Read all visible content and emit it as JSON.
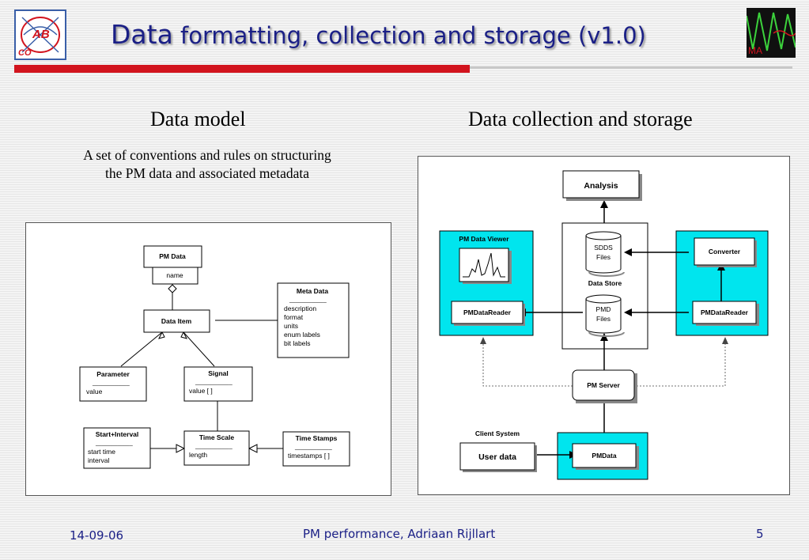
{
  "header": {
    "title_word": "Data",
    "title_rest": " formatting, collection and storage (v1.0)",
    "logo_left_text_top": "AB",
    "logo_left_text_bottom": "CO",
    "logo_right_text": "MA"
  },
  "colors": {
    "title": "#1a1f86",
    "accent_red": "#d2141e",
    "cyan": "#00e5ee",
    "green_wave": "#3cd23c"
  },
  "left": {
    "heading": "Data model",
    "description_line1": "A set of conventions and rules on structuring",
    "description_line2": "the PM data and associated metadata",
    "pm_data": {
      "title": "PM Data",
      "field": "name"
    },
    "data_item": "Data Item",
    "meta_data": {
      "title": "Meta Data",
      "sep": "____________",
      "fields": [
        "description",
        "format",
        "units",
        "enum labels",
        "bit labels"
      ]
    },
    "parameter": {
      "title": "Parameter",
      "sep": "____________",
      "field": "value"
    },
    "signal": {
      "title": "Signal",
      "sep": "____________",
      "field": "value [ ]"
    },
    "start_interval": {
      "title": "Start+Interval",
      "sep": "____________",
      "fields": [
        "start time",
        "interval"
      ]
    },
    "time_scale": {
      "title": "Time Scale",
      "sep": "____________",
      "field": "length"
    },
    "time_stamps": {
      "title": "Time Stamps",
      "sep": "____________",
      "field": "timestamps [ ]"
    }
  },
  "right": {
    "heading": "Data collection and storage",
    "analysis": "Analysis",
    "pm_data_viewer": "PM Data Viewer",
    "pmdatareader_left": "PMDataReader",
    "sdds_line1": "SDDS",
    "sdds_line2": "Files",
    "data_store": "Data Store",
    "pmd_line1": "PMD",
    "pmd_line2": "Files",
    "converter": "Converter",
    "pmdatareader_right": "PMDataReader",
    "pm_server": "PM Server",
    "client_system": "Client System",
    "user_data": "User data",
    "pmdata": "PMData"
  },
  "footer": {
    "date": "14-09-06",
    "center": "PM performance, Adriaan Rijllart",
    "page": "5"
  }
}
